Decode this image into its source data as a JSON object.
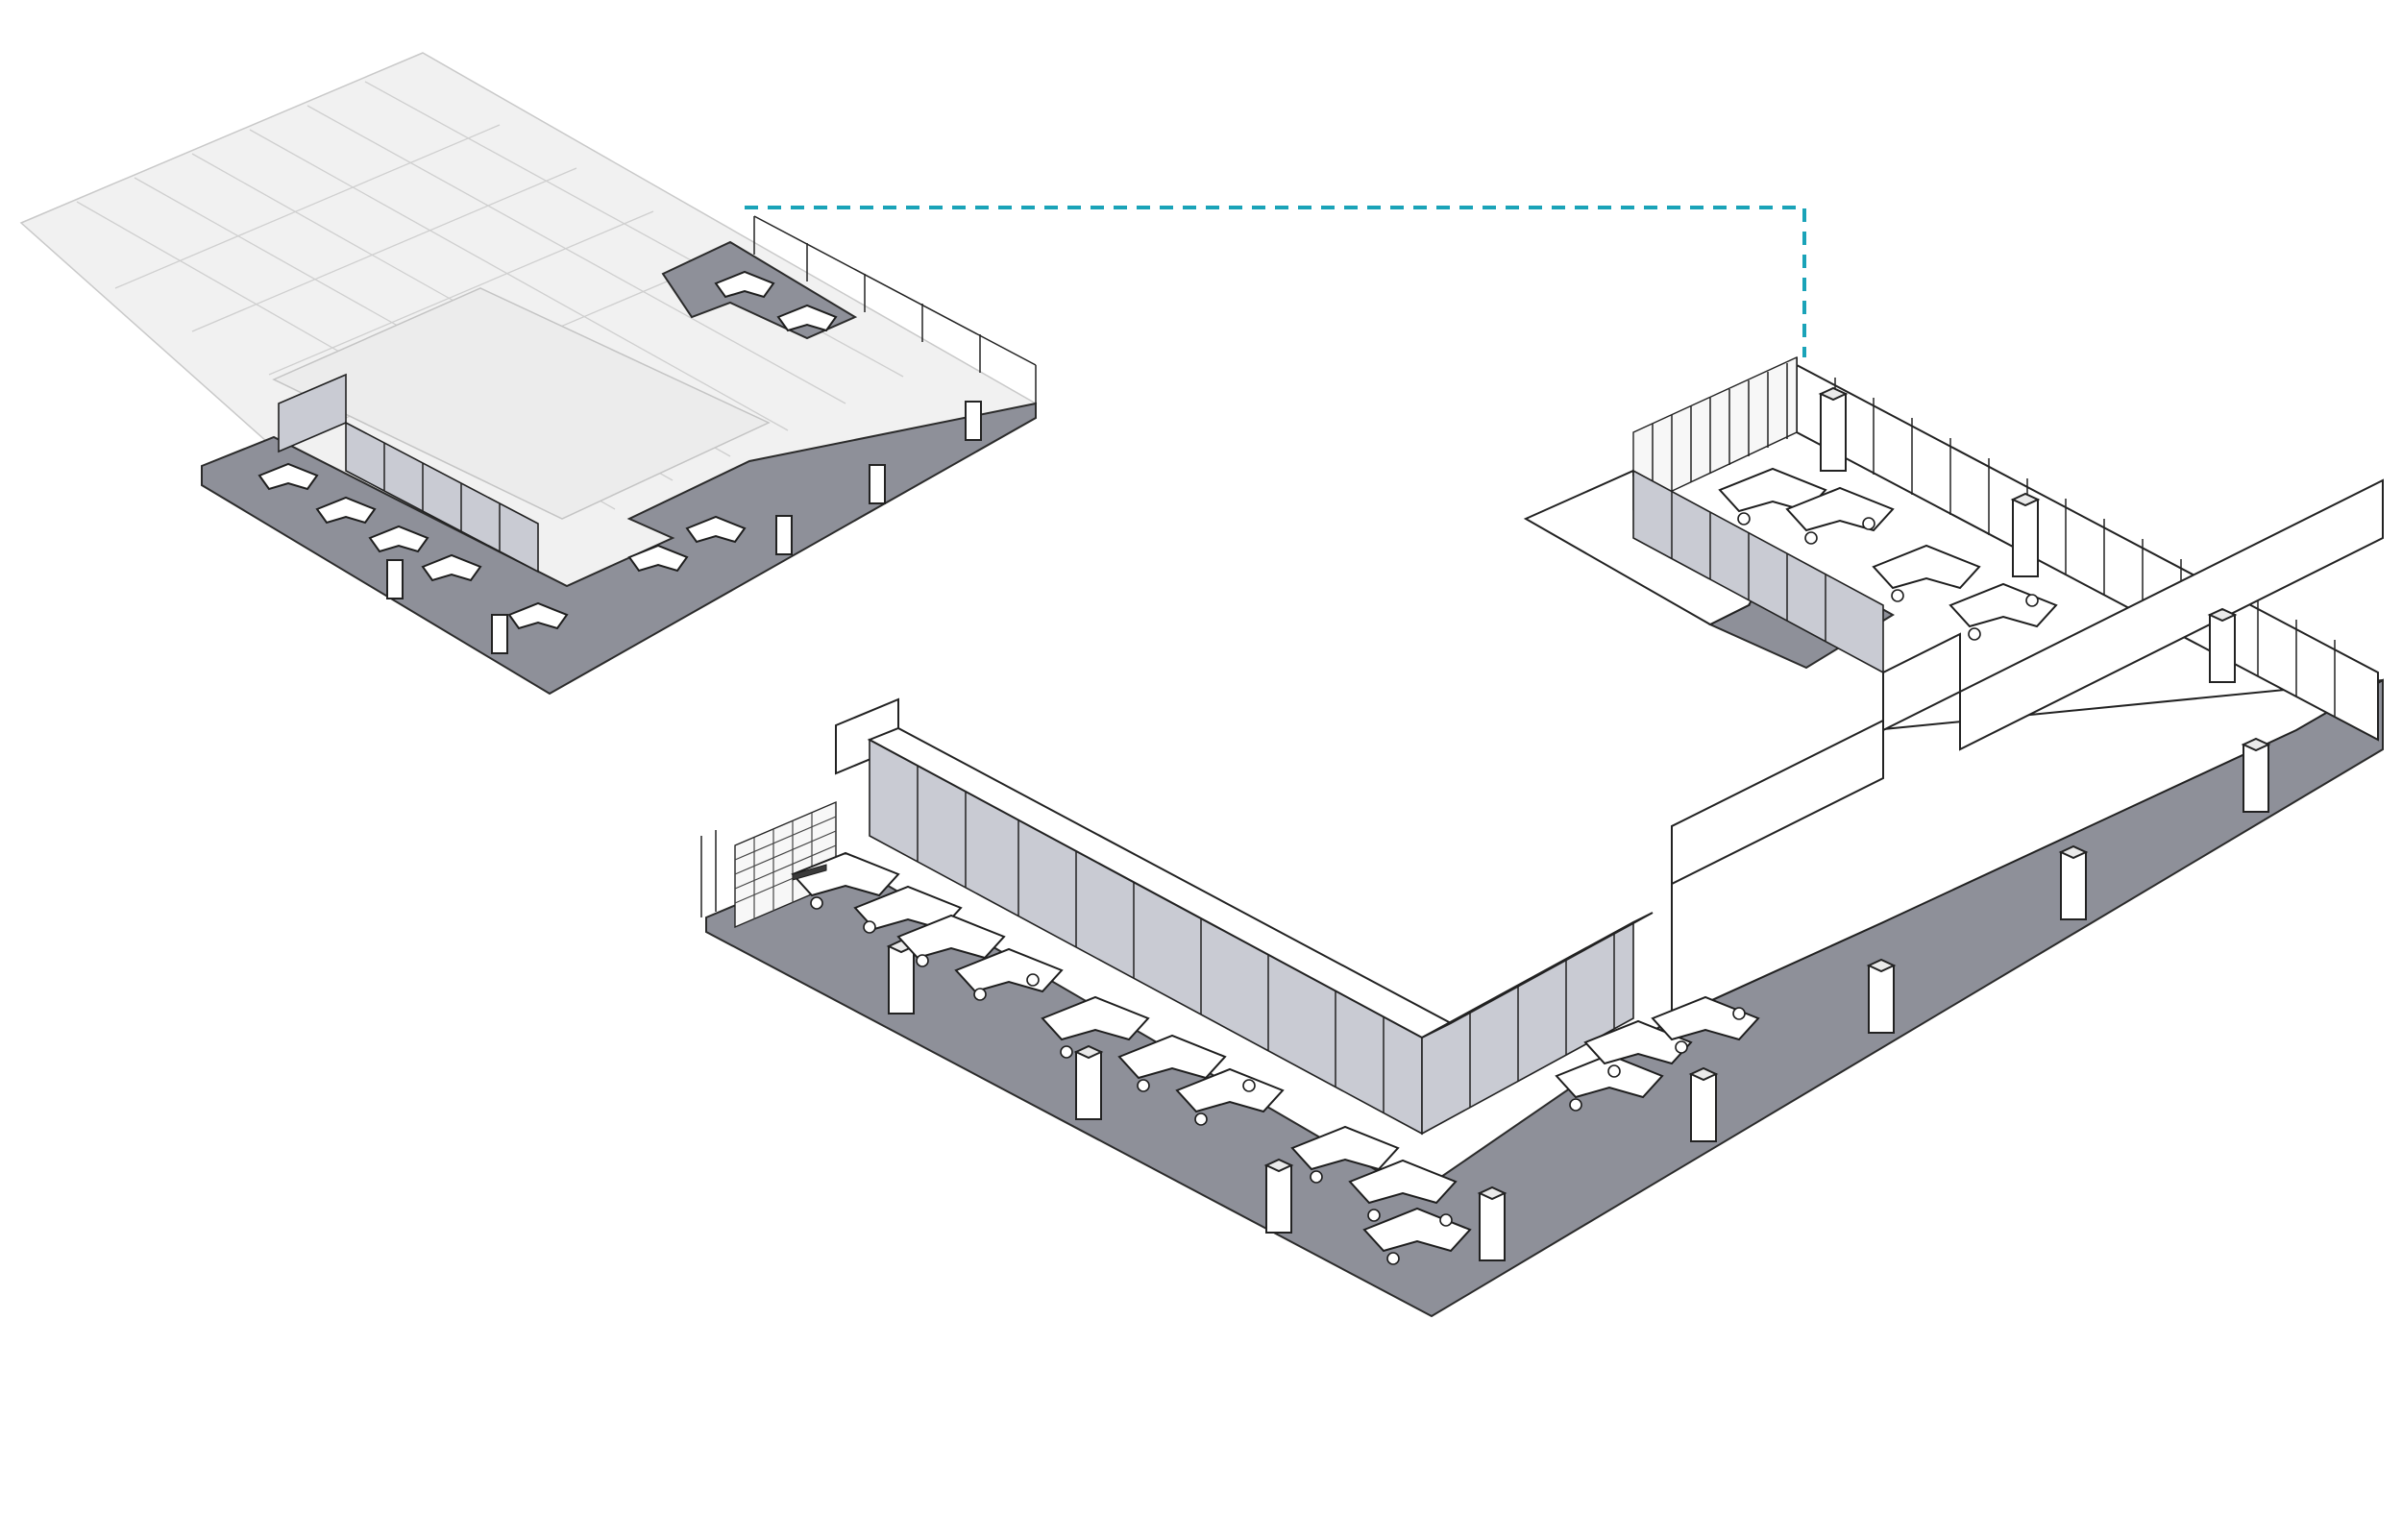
{
  "diagram": {
    "type": "isometric-floor-plan",
    "views": [
      "overall-floor-ghosted",
      "zoomed-workspace-wing"
    ],
    "colors": {
      "floor": "#8e9099",
      "connector": "#1aa3b8",
      "glass": "#c9cbd3",
      "ghost": "#cfcfcf"
    },
    "elements": [
      "floor-slab",
      "glass-offices",
      "cluster-workstations",
      "columns",
      "perimeter-glazing",
      "acoustic-screens",
      "callout-connector"
    ]
  }
}
